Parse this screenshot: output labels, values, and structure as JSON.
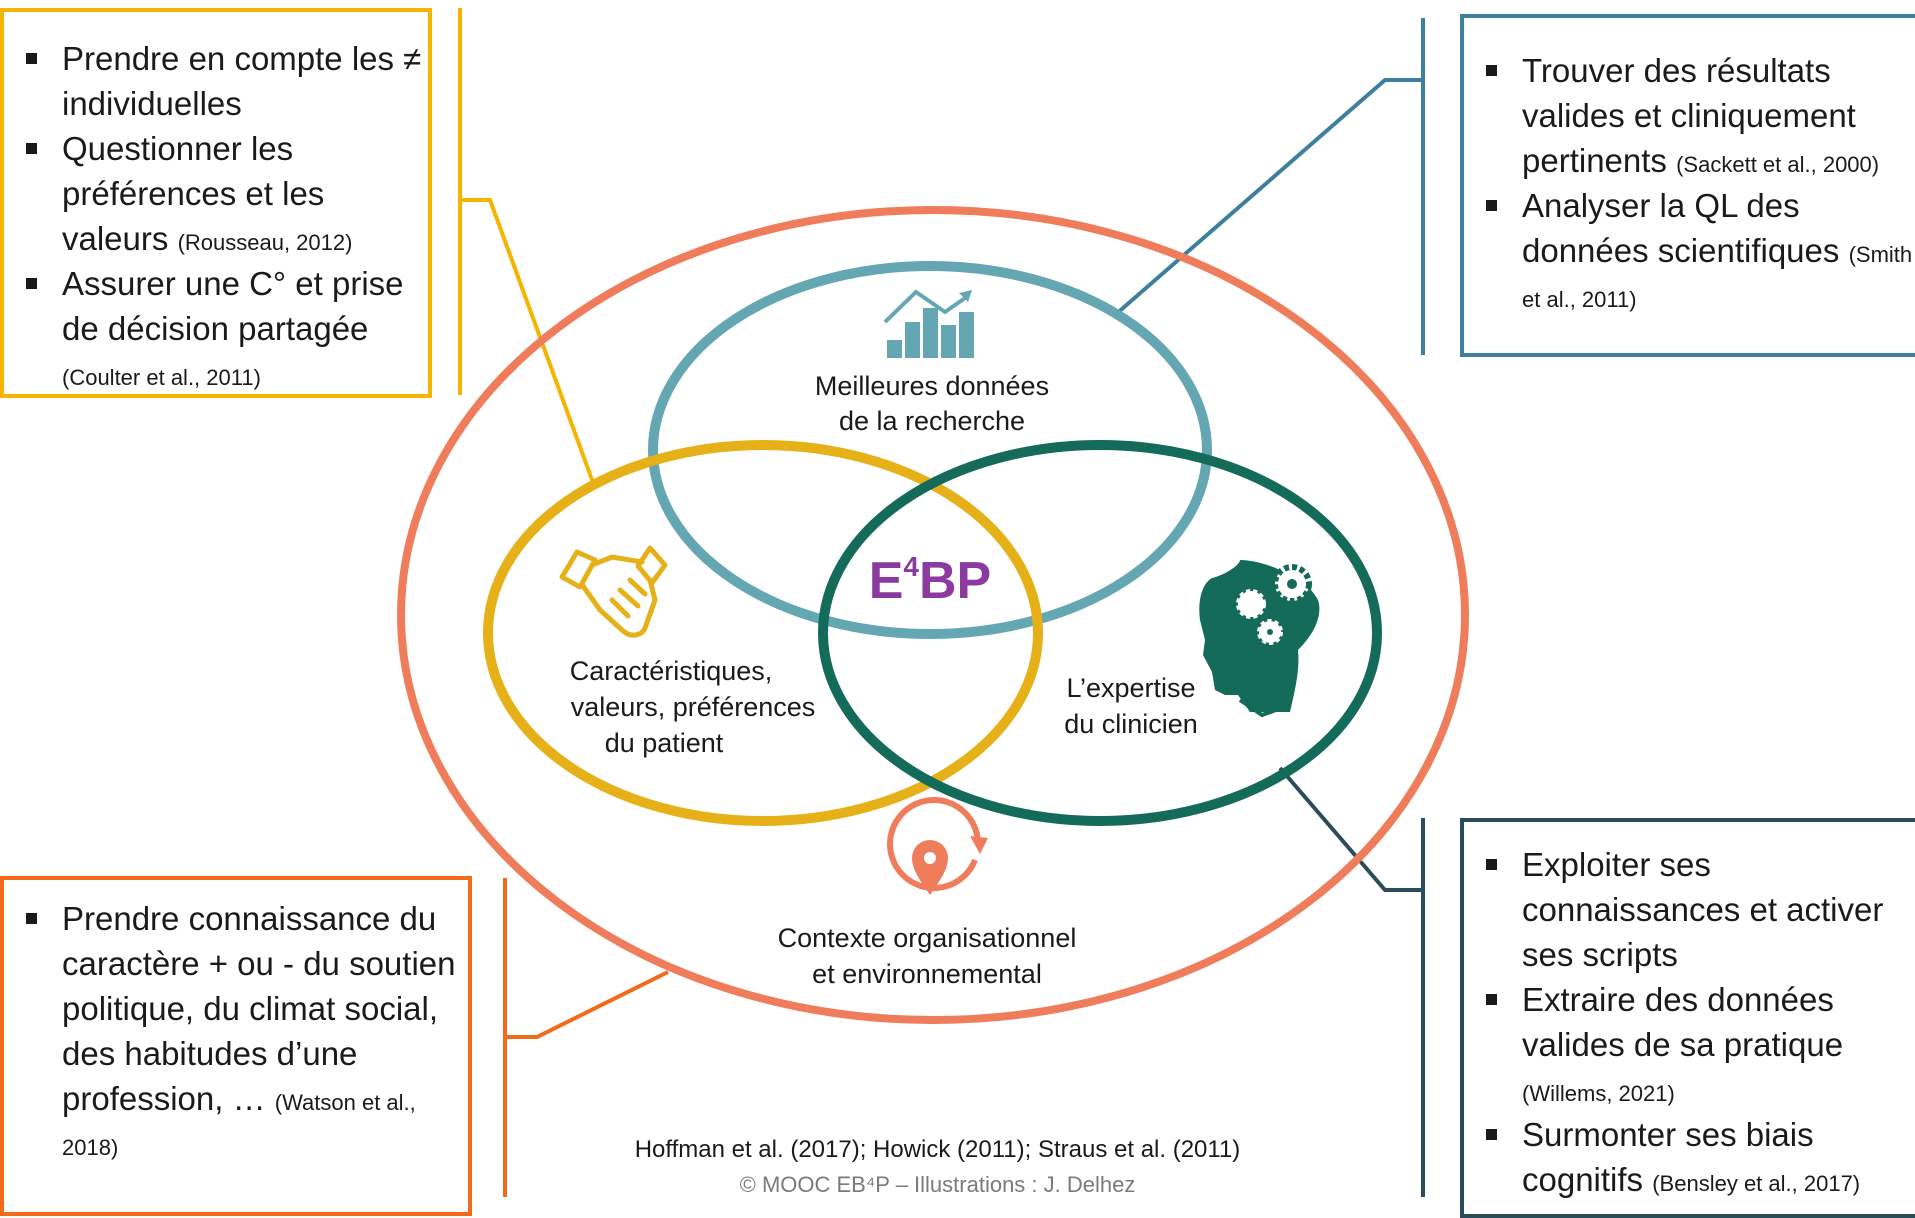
{
  "diagram": {
    "center_label": {
      "main": "E",
      "sup": "4",
      "rest": "BP"
    },
    "circles": {
      "research": {
        "line1": "Meilleures données",
        "line2": "de la recherche",
        "icon": "bar-chart-icon"
      },
      "patient": {
        "line1": "Caractéristiques,",
        "line2": "valeurs, préférences",
        "line3": "du patient",
        "icon": "handshake-icon"
      },
      "clinician": {
        "line1": "L’expertise",
        "line2": "du clinicien",
        "icon": "head-gears-icon"
      },
      "context": {
        "line1": "Contexte organisationnel",
        "line2": "et environnemental",
        "icon": "location-pin-icon"
      }
    },
    "colors": {
      "outer_ring": "#ef7c5a",
      "research": "#64a7b3",
      "patient": "#e6b018",
      "clinician": "#146b5a",
      "center_text": "#8b3aa0",
      "context_icon": "#ef7c5a"
    }
  },
  "boxes": {
    "patient": {
      "items": [
        {
          "text": "Prendre en compte les ≠ individuelles",
          "ref": ""
        },
        {
          "text": "Questionner les préférences et les valeurs",
          "ref": "(Rousseau, 2012)"
        },
        {
          "text": "Assurer une C° et prise de décision partagée",
          "ref": "(Coulter et al., 2011)"
        }
      ]
    },
    "research": {
      "items": [
        {
          "text": "Trouver des résultats valides et cliniquement pertinents",
          "ref": "(Sackett et al., 2000)"
        },
        {
          "text": "Analyser la QL des données scientifiques",
          "ref": "(Smith et al., 2011)"
        }
      ]
    },
    "clinician": {
      "items": [
        {
          "text": "Exploiter ses connaissances et activer ses scripts",
          "ref": ""
        },
        {
          "text": "Extraire des données valides de sa pratique",
          "ref": "(Willems, 2021)"
        },
        {
          "text": "Surmonter ses biais cognitifs",
          "ref": "(Bensley et al., 2017)"
        }
      ]
    },
    "context": {
      "items": [
        {
          "text": "Prendre connaissance du caractère + ou - du soutien politique, du climat social, des habitudes d’une profession, …",
          "ref": "(Watson et al., 2018)"
        }
      ]
    }
  },
  "footer": {
    "references": "Hoffman et al. (2017); Howick (2011); Straus et al. (2011)",
    "copyright": "© MOOC EB⁴P – Illustrations : J. Delhez"
  }
}
